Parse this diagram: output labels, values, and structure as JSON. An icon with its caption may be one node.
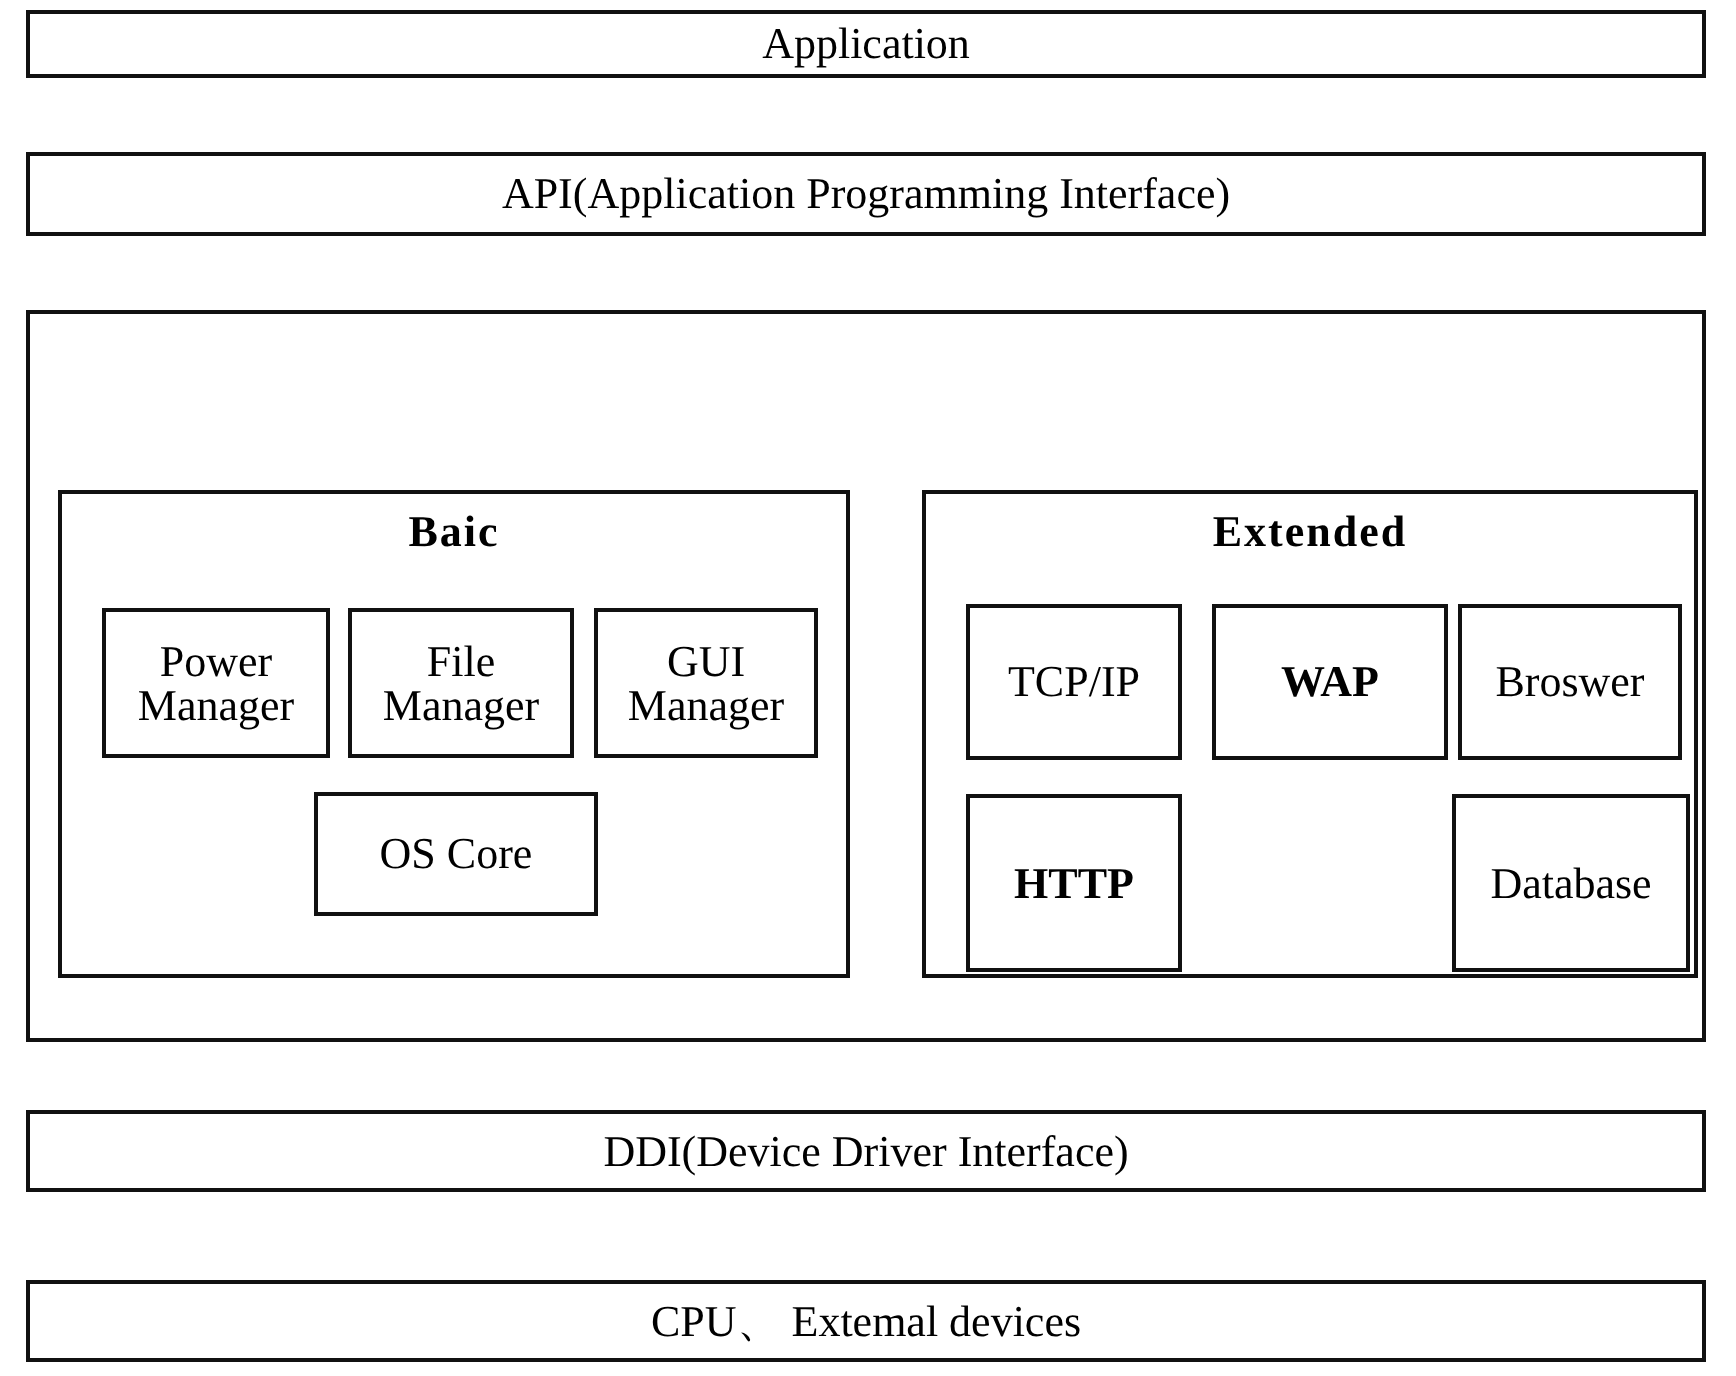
{
  "diagram": {
    "nodes": [
      {
        "text": [
          "Application"
        ]
      },
      {
        "text": [
          "API(Application Programming Interface)"
        ]
      },
      {
        "text": [],
        "shape": "box"
      },
      {
        "text": [
          "Baic"
        ],
        "in": 2
      },
      {
        "text": [
          "Power Manager"
        ],
        "in": 3
      },
      {
        "text": [
          "File Manager"
        ],
        "in": 3
      },
      {
        "text": [
          "GUI Manager"
        ],
        "in": 3
      },
      {
        "text": [
          "OS Core"
        ],
        "in": 3
      },
      {
        "text": [
          "Extended"
        ],
        "in": 2
      },
      {
        "text": [
          "TCP/IP"
        ],
        "in": 8
      },
      {
        "text": [
          "WAP"
        ],
        "in": 8
      },
      {
        "text": [
          "Broswer"
        ],
        "in": 8
      },
      {
        "text": [
          "HTTP"
        ],
        "in": 8
      },
      {
        "text": [
          "Database"
        ],
        "in": 8
      },
      {
        "text": [
          "DDI(Device Driver Interface)"
        ]
      },
      {
        "text": [
          "CPU、 Extemal devices"
        ]
      }
    ]
  }
}
